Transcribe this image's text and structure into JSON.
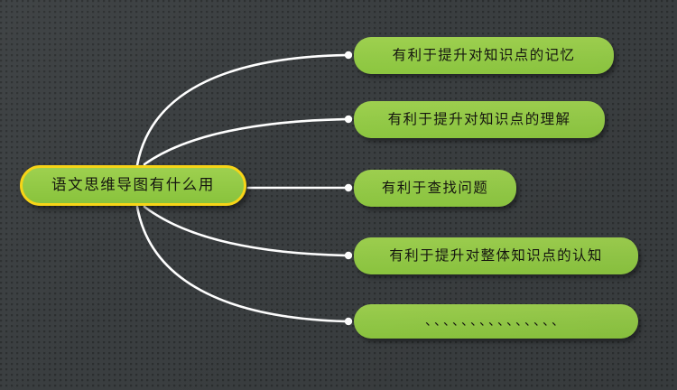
{
  "diagram": {
    "type": "mind-map",
    "title": "语文思维导图有什么用",
    "background_color": "#3a3e40",
    "node_fill_color": "#8cc63f",
    "root_border_color": "#f7d417",
    "connector_color": "#ffffff",
    "root": {
      "label": "语文思维导图有什么用"
    },
    "branches": [
      {
        "label": "有利于提升对知识点的记忆"
      },
      {
        "label": "有利于提升对知识点的理解"
      },
      {
        "label": "有利于查找问题"
      },
      {
        "label": "有利于提升对整体知识点的认知"
      },
      {
        "label": "、、、、、、、、、、、、、、、"
      }
    ]
  }
}
